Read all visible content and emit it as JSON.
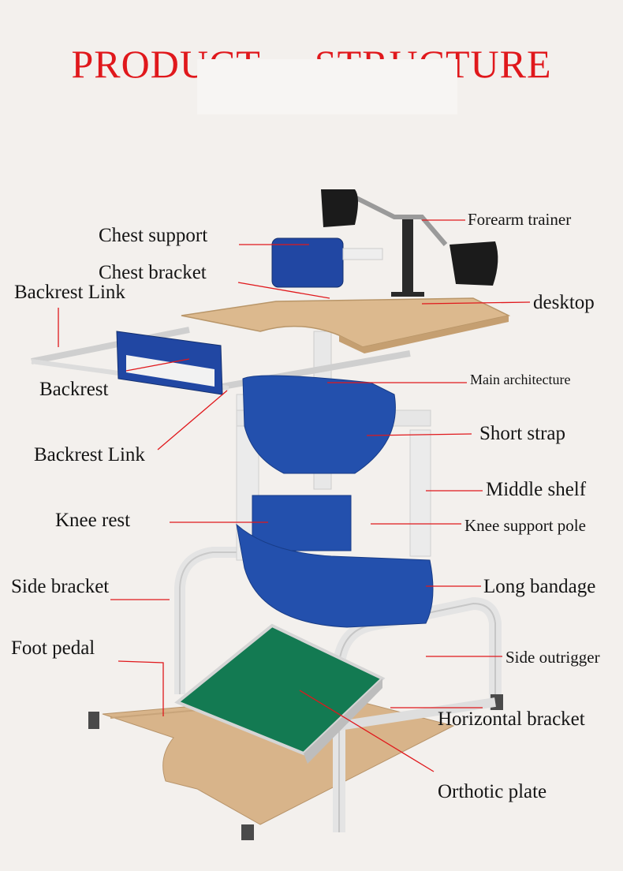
{
  "title": {
    "word1": "PRODUCT",
    "word2": "STRUCTURE"
  },
  "labels": {
    "chest_support": "Chest support",
    "chest_bracket": "Chest bracket",
    "backrest_link_top": "Backrest Link",
    "backrest": "Backrest",
    "backrest_link_bottom": "Backrest Link",
    "knee_rest": "Knee rest",
    "side_bracket": "Side bracket",
    "foot_pedal": "Foot pedal",
    "forearm_trainer": "Forearm trainer",
    "desktop": "desktop",
    "main_architecture": "Main architecture",
    "short_strap": "Short strap",
    "middle_shelf": "Middle shelf",
    "knee_support_pole": "Knee support pole",
    "long_bandage": "Long bandage",
    "side_outrigger": "Side outrigger",
    "horizontal_bracket": "Horizontal bracket",
    "orthotic_plate": "Orthotic plate"
  },
  "colors": {
    "title": "#e0181c",
    "leader": "#e0181c",
    "frame": "#e6e6e6",
    "wood": "#d9b78a",
    "pad_blue": "#1e3f9a",
    "plate_green": "#137a52"
  }
}
